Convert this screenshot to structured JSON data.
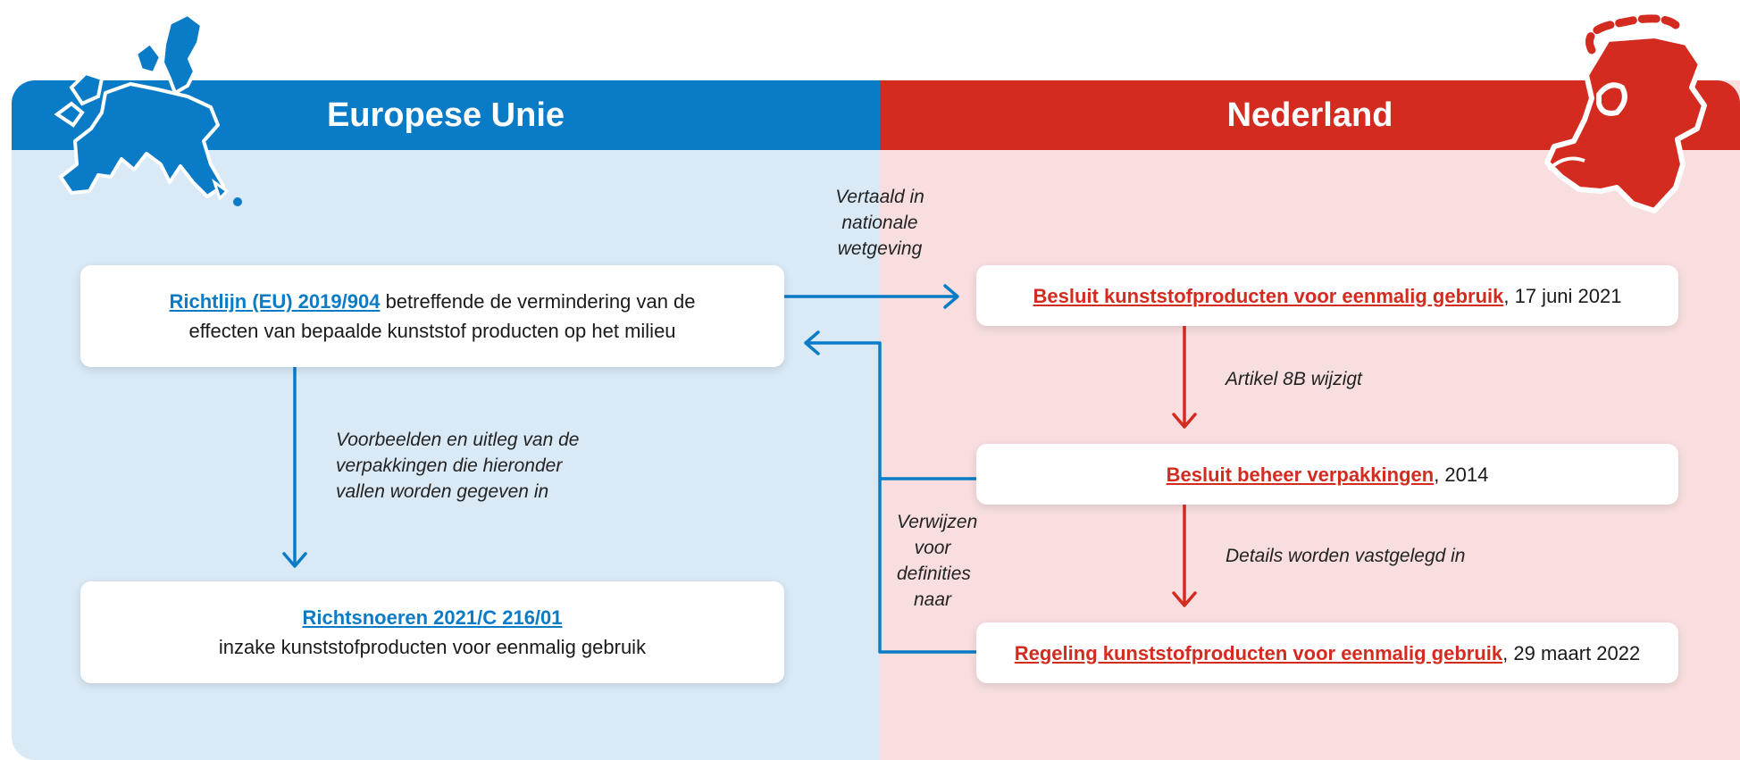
{
  "headers": {
    "eu": "Europese Unie",
    "nl": "Nederland"
  },
  "boxes": {
    "eu_directive": {
      "link": "Richtlijn (EU) 2019/904",
      "text_line1": " betreffende de vermindering van de",
      "text_line2": "effecten van bepaalde kunststof producten op het milieu"
    },
    "eu_guidelines": {
      "link": "Richtsnoeren 2021/C 216/01",
      "text": "inzake kunststofproducten voor eenmalig gebruik"
    },
    "nl_decree_plastic": {
      "link": "Besluit kunststofproducten voor eenmalig gebruik",
      "text": ", 17 juni 2021"
    },
    "nl_decree_packaging": {
      "link": "Besluit beheer verpakkingen",
      "text": ", 2014"
    },
    "nl_regulation": {
      "link": "Regeling kunststofproducten voor eenmalig gebruik",
      "text": ", 29 maart 2022"
    }
  },
  "labels": {
    "translated": "Vertaald in nationale wetgeving",
    "examples": "Voorbeelden en uitleg van de verpakkingen die hieronder vallen worden gegeven in",
    "article": "Artikel 8B wijzigt",
    "details": "Details worden vastgelegd in",
    "refer": "Verwijzen voor definities naar"
  },
  "colors": {
    "eu_blue": "#0a7bc6",
    "nl_red": "#d42b20",
    "eu_bg": "#d9e9f6",
    "nl_bg": "#f8dede"
  },
  "icons": {
    "eu_map": "europe-map-icon",
    "nl_map": "netherlands-map-icon"
  }
}
